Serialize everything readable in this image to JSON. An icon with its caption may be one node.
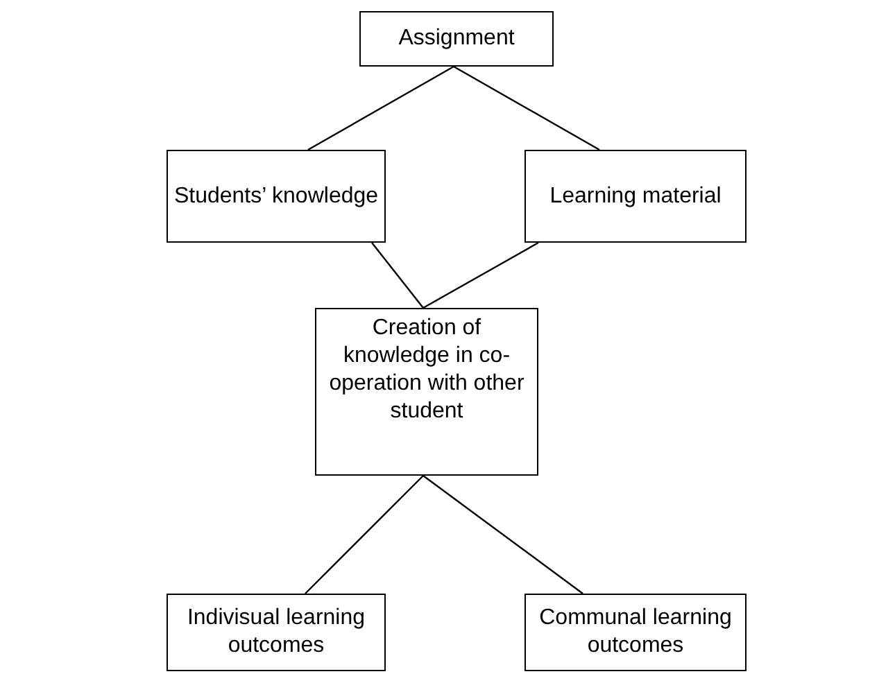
{
  "diagram": {
    "nodes": [
      {
        "text": [
          "Assignment"
        ]
      },
      {
        "text": [
          "Students’ knowledge"
        ]
      },
      {
        "text": [
          "Learning material"
        ]
      },
      {
        "text": [
          "Creation of knowledge in co-operation with other student"
        ]
      },
      {
        "text": [
          "Indivisual learning outcomes"
        ]
      },
      {
        "text": [
          "Communal learning outcomes"
        ]
      }
    ],
    "edges": [
      {
        "from": 0,
        "to": 1,
        "arrow": "none"
      },
      {
        "from": 0,
        "to": 2,
        "arrow": "none"
      },
      {
        "from": 1,
        "to": 3,
        "arrow": "none"
      },
      {
        "from": 2,
        "to": 3,
        "arrow": "none"
      },
      {
        "from": 3,
        "to": 4,
        "arrow": "none"
      },
      {
        "from": 3,
        "to": 5,
        "arrow": "none"
      }
    ]
  }
}
